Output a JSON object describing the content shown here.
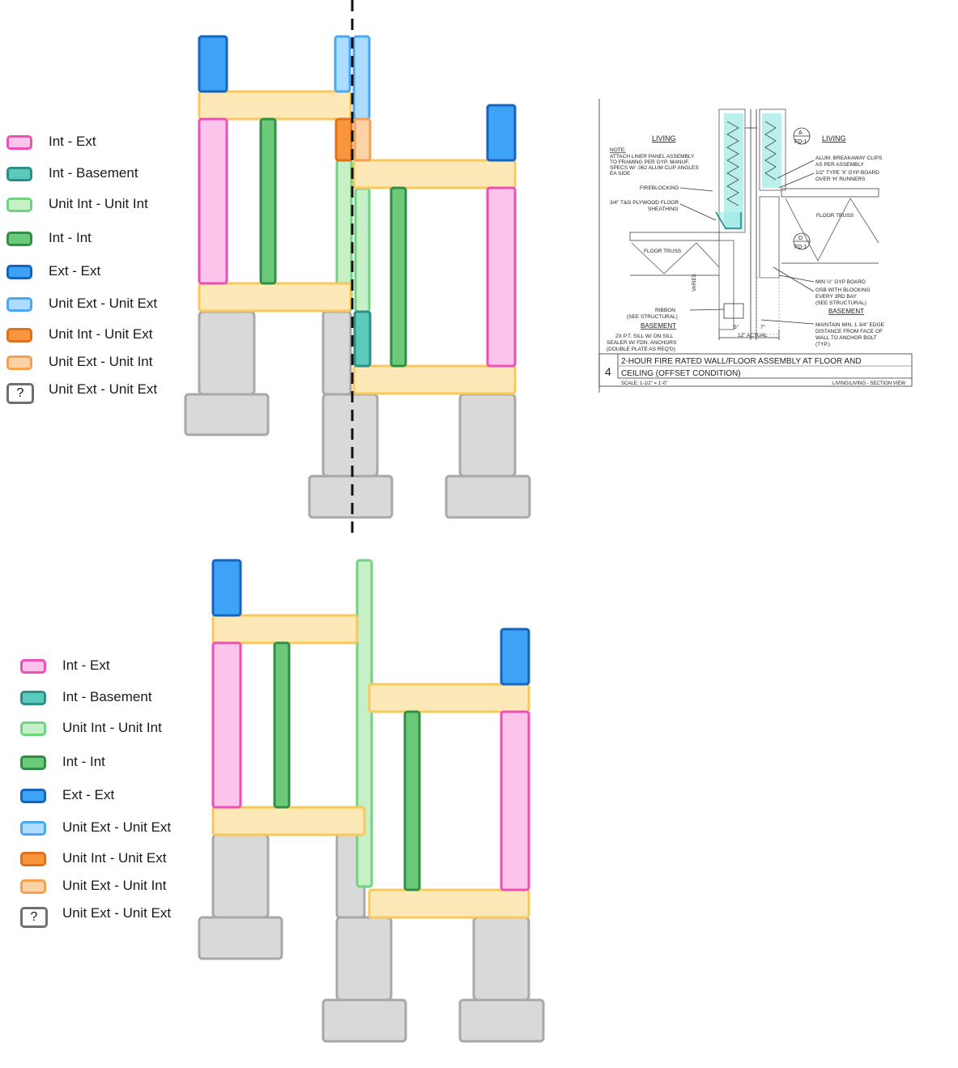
{
  "legend_items": [
    {
      "label": "Int - Ext",
      "fill": "#fcc4ea",
      "stroke": "#ef4fb5"
    },
    {
      "label": "Int - Basement",
      "fill": "#5cc9bd",
      "stroke": "#2d8f86"
    },
    {
      "label": "Unit Int - Unit Int",
      "fill": "#c8f0c8",
      "stroke": "#6fd37f"
    },
    {
      "label": "Int - Int",
      "fill": "#6cc97a",
      "stroke": "#2f8f45"
    },
    {
      "label": "Ext - Ext",
      "fill": "#3ea3f7",
      "stroke": "#1565c0"
    },
    {
      "label": "Unit Ext - Unit Ext",
      "fill": "#aedcff",
      "stroke": "#4aa7f5"
    },
    {
      "label": "Unit Int - Unit Ext",
      "fill": "#f8963e",
      "stroke": "#e07020"
    },
    {
      "label": "Unit Ext - Unit Int",
      "fill": "#fdd2a6",
      "stroke": "#f6a050"
    },
    {
      "label": "Unit Ext - Unit Ext",
      "glyph": "?"
    }
  ],
  "detail": {
    "living_left": "LIVING",
    "living_right": "LIVING",
    "note_heading": "NOTE:",
    "note_lines": [
      "ATTACH LINER PANEL ASSEMBLY",
      "TO FRAMING PER GYP. MANUF.",
      "SPECS W/ .062 ALUM CLIP ANGLES",
      "EA SIDE"
    ],
    "tag_a_letter": "A",
    "tag_a_ref": "FD-1",
    "tag_d_letter": "D",
    "tag_d_ref": "FD-1",
    "callouts_right": [
      "ALUM. BREAKAWAY CLIPS",
      "AS PER ASSEMBLY",
      "1/2\" TYPE 'X' GYP BOARD",
      "OVER 'H' RUNNERS"
    ],
    "fireblocking": "FIREBLOCKING",
    "plywood": [
      "3/4\" T&G PLYWOOD FLOOR",
      "SHEATHING"
    ],
    "floor_truss_right": "FLOOR TRUSS",
    "floor_truss_left": "FLOOR TRUSS",
    "varies": "VARIES",
    "min_gyp": "MIN ½\" GYP BOARD",
    "osb": [
      "OSB WITH BLOCKING",
      "EVERY 3RD BAY",
      "(SEE STRUCTURAL)"
    ],
    "basement_right": "BASEMENT",
    "ribbon": [
      "RIBBON",
      "(SEE STRUCTURAL)"
    ],
    "basement_left": "BASEMENT",
    "sill": [
      "2X  P.T. SILL W/ ON SILL",
      "SEALER W/ FDN. ANCHORS",
      "(DOUBLE PLATE AS REQ'D)"
    ],
    "maintain": [
      "MAINTAIN MIN. 1 3/4\" EDGE",
      "DISTANCE FROM FACE OF",
      "WALL TO ANCHOR BOLT",
      "(TYP.)"
    ],
    "dim_5": "5\"",
    "dim_7": "7\"",
    "dim_12": "12\" ACTUAL",
    "title_number": "4",
    "title_line1": "2-HOUR FIRE RATED WALL/FLOOR ASSEMBLY AT FLOOR AND",
    "title_line2": "CEILING (OFFSET CONDITION)",
    "scale": "SCALE: 1-1/2\" = 1'-0\"",
    "view": "LIVING/LIVING - SECTION VIEW"
  }
}
